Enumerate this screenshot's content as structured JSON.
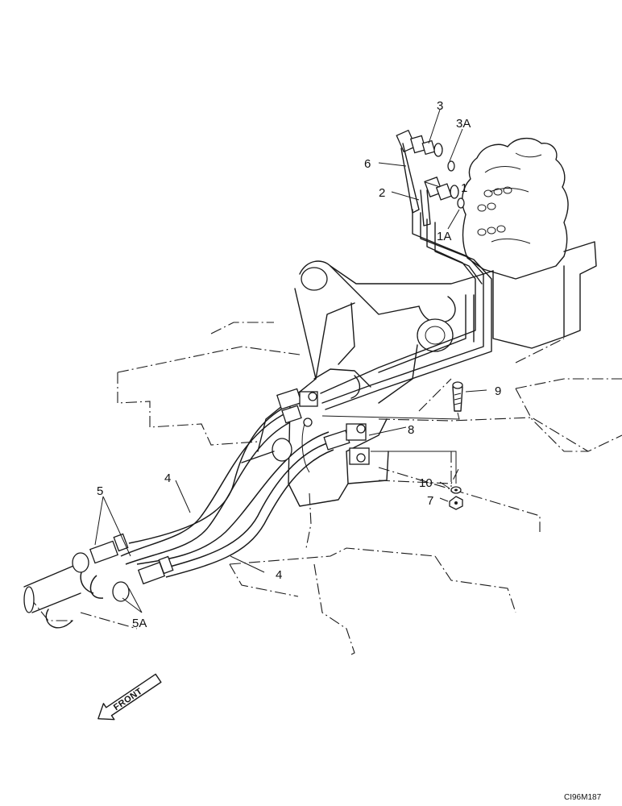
{
  "callouts": {
    "c1": "1",
    "c1a": "1A",
    "c2": "2",
    "c3": "3",
    "c3a": "3A",
    "c4a": "4",
    "c4b": "4",
    "c5": "5",
    "c5a": "5A",
    "c6": "6",
    "c7": "7",
    "c8": "8",
    "c9": "9",
    "c10": "10"
  },
  "front_arrow": "FRONT",
  "drawing_code": "CI96M187",
  "icons": [
    "front-direction-arrow-icon"
  ]
}
